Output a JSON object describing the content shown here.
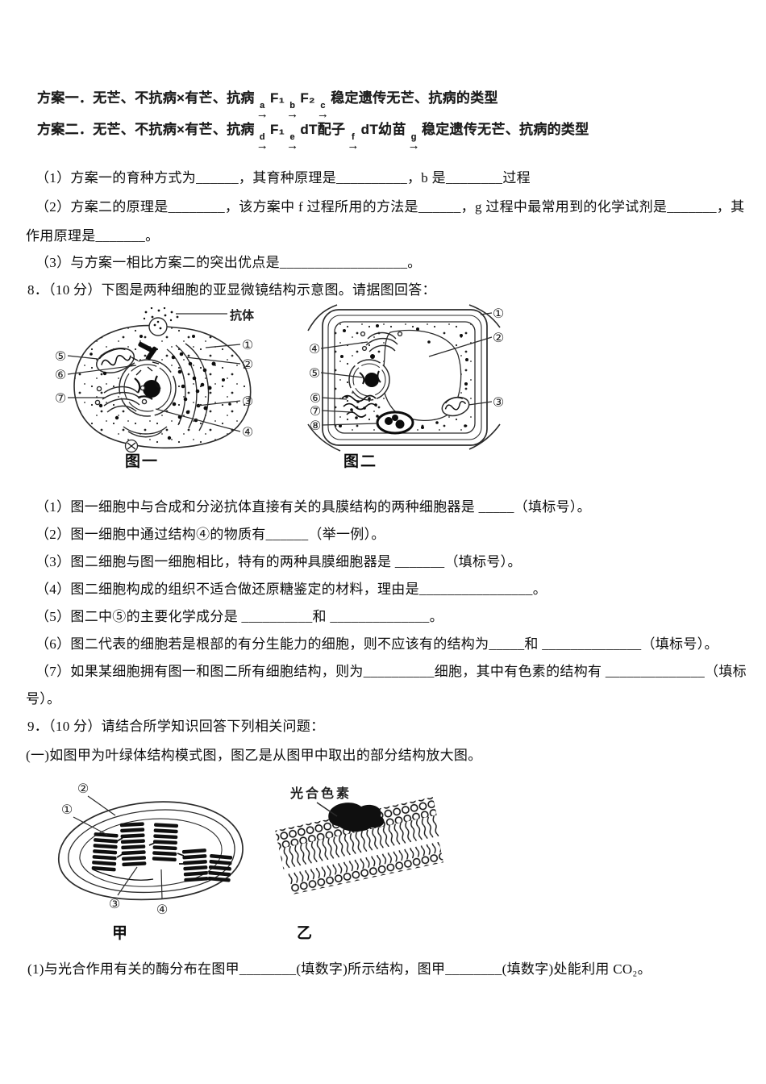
{
  "breeding": {
    "arrow": "→",
    "scheme1": {
      "prefix": "方案一．无芒、不抗病×有芒、抗病",
      "step_a": "a",
      "f1": "F₁",
      "step_b": "b",
      "f2": "F₂",
      "step_c": "c",
      "suffix": "稳定遗传无芒、抗病的类型"
    },
    "scheme2": {
      "prefix": "方案二．无芒、不抗病×有芒、抗病",
      "step_d": "d",
      "f1": "F₁",
      "step_e": "e",
      "gamete": "dT配子",
      "step_f": "f",
      "seedling": "dT幼苗",
      "step_g": "g",
      "suffix": "稳定遗传无芒、抗病的类型"
    },
    "q1": "（1）方案一的育种方式为______，其育种原理是__________，b 是________过程",
    "q2": "（2）方案二的原理是________，该方案中 f 过程所用的方法是______，g 过程中最常用到的化学试剂是_______，其",
    "q2_cont": "作用原理是_______。",
    "q3": "（3）与方案一相比方案二的突出优点是__________________。"
  },
  "q8": {
    "heading": "8．（10 分）下图是两种细胞的亚显微镜结构示意图。请据图回答：",
    "fig": {
      "antibody_label": "抗体",
      "caption_cell1": "图一",
      "caption_cell2": "图二",
      "cell1_labels": {
        "n1": "①",
        "n2": "②",
        "n3": "③",
        "n4": "④",
        "n5": "⑤",
        "n6": "⑥",
        "n7": "⑦"
      },
      "cell2_labels": {
        "n1": "①",
        "n2": "②",
        "n3": "③",
        "n4": "④",
        "n5": "⑤",
        "n6": "⑥",
        "n7": "⑦",
        "n8": "⑧"
      }
    },
    "items": [
      "（1）图一细胞中与合成和分泌抗体直接有关的具膜结构的两种细胞器是 _____（填标号）。",
      "（2）图一细胞中通过结构④的物质有______（举一例）。",
      "（3）图二细胞与图一细胞相比，特有的两种具膜细胞器是 _______（填标号）。",
      "（4）图二细胞构成的组织不适合做还原糖鉴定的材料，理由是________________。",
      "（5）图二中⑤的主要化学成分是 __________和 ______________。",
      "（6）图二代表的细胞若是根部的有分生能力的细胞，则不应该有的结构为_____和 ______________（填标号）。",
      "（7）如果某细胞拥有图一和图二所有细胞结构，则为__________细胞，其中有色素的结构有 ______________（填标"
    ],
    "item7_tail": "号）。"
  },
  "q9": {
    "heading": "9．（10 分）请结合所学知识回答下列相关问题：",
    "intro": "(一)如图甲为叶绿体结构模式图，图乙是从图甲中取出的部分结构放大图。",
    "fig": {
      "pigment_label": "光合色素",
      "caption_jia": "甲",
      "caption_yi": "乙",
      "labels": {
        "n1": "①",
        "n2": "②",
        "n3": "③",
        "n4": "④"
      }
    },
    "item1": "(1)与光合作用有关的酶分布在图甲________(填数字)所示结构，图甲________(填数字)处能利用 CO₂。"
  }
}
